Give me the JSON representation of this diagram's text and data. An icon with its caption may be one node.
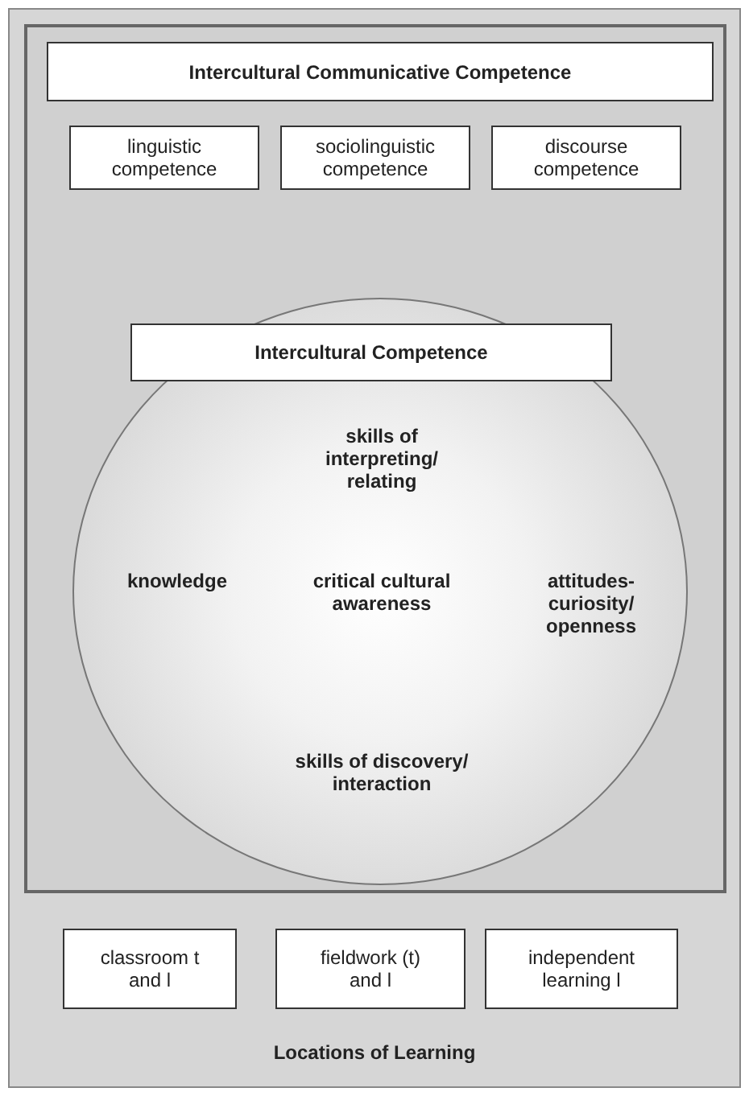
{
  "diagram": {
    "nodes": [
      {
        "text": [
          "Locations of Learning"
        ]
      },
      {
        "text": [],
        "shape": "box",
        "in": 0
      },
      {
        "text": [
          "Intercultural Communicative Competence"
        ],
        "in": 1
      },
      {
        "text": [
          "linguistic competence"
        ],
        "in": 1
      },
      {
        "text": [
          "sociolinguistic competence"
        ],
        "in": 1
      },
      {
        "text": [
          "discourse competence"
        ],
        "in": 1
      },
      {
        "text": [
          "skills of interpreting/ relating",
          "knowledge",
          "critical cultural awareness",
          "attitudes- curiosity/ openness",
          "skills of discovery/ interaction"
        ],
        "in": 1
      },
      {
        "text": [
          "Intercultural Competence"
        ],
        "in": 6
      },
      {
        "text": [
          "classroom t and l"
        ],
        "in": 0
      },
      {
        "text": [
          "fieldwork (t) and l"
        ],
        "in": 0
      },
      {
        "text": [
          "independent learning l"
        ],
        "in": 0
      }
    ]
  }
}
